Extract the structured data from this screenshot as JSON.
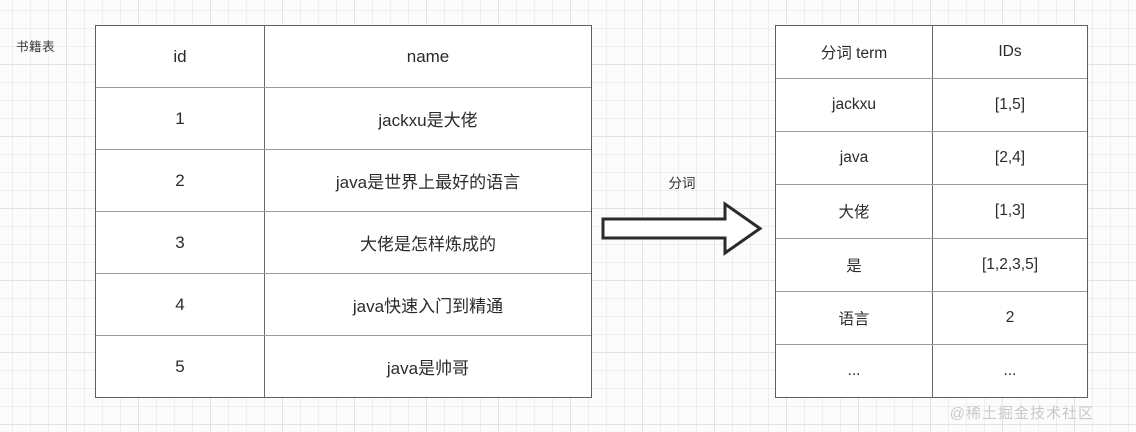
{
  "background": {
    "canvas_color": "#fcfcfc",
    "grid_minor_color": "#e4e4e4",
    "grid_major_color": "#cdcdcd"
  },
  "books_table": {
    "label": "书籍表",
    "border_color": "#5e5e5e",
    "columns": [
      "id",
      "name"
    ],
    "rows": [
      {
        "id": "1",
        "name": "jackxu是大佬"
      },
      {
        "id": "2",
        "name": "java是世界上最好的语言"
      },
      {
        "id": "3",
        "name": "大佬是怎样炼成的"
      },
      {
        "id": "4",
        "name": "java快速入门到精通"
      },
      {
        "id": "5",
        "name": "java是帅哥"
      }
    ]
  },
  "arrow": {
    "label": "分词",
    "direction": "right",
    "stroke_color": "#2b2b2b"
  },
  "index_table": {
    "border_color": "#5e5e5e",
    "columns": [
      "分词 term",
      "IDs"
    ],
    "rows": [
      {
        "term": "jackxu",
        "ids": "[1,5]"
      },
      {
        "term": "java",
        "ids": "[2,4]"
      },
      {
        "term": "大佬",
        "ids": "[1,3]"
      },
      {
        "term": "是",
        "ids": "[1,2,3,5]"
      },
      {
        "term": "语言",
        "ids": "2"
      },
      {
        "term": "...",
        "ids": "..."
      }
    ]
  },
  "watermark": {
    "text": "@稀土掘金技术社区",
    "color": "#c9c9c9"
  }
}
